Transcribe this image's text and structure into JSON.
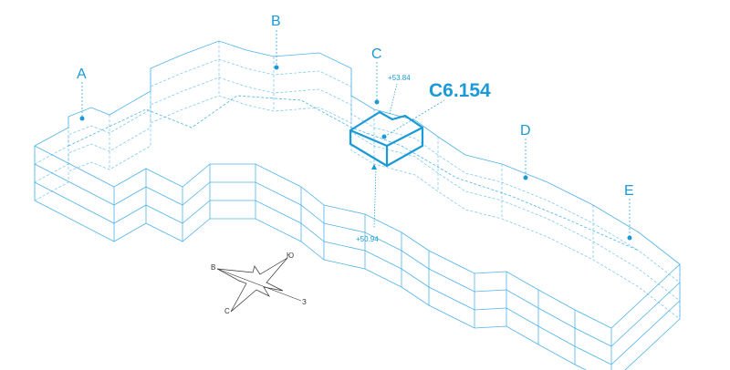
{
  "colors": {
    "line": "#4fb3e8",
    "accent": "#1a9ad6"
  },
  "sections": [
    "A",
    "B",
    "C",
    "D",
    "E"
  ],
  "unit": {
    "label": "С6.154",
    "elevation_top": "+53.84",
    "elevation_bottom": "+50.94"
  },
  "compass": {
    "north": "С",
    "south": "Ю",
    "east": "В",
    "west": "З"
  }
}
